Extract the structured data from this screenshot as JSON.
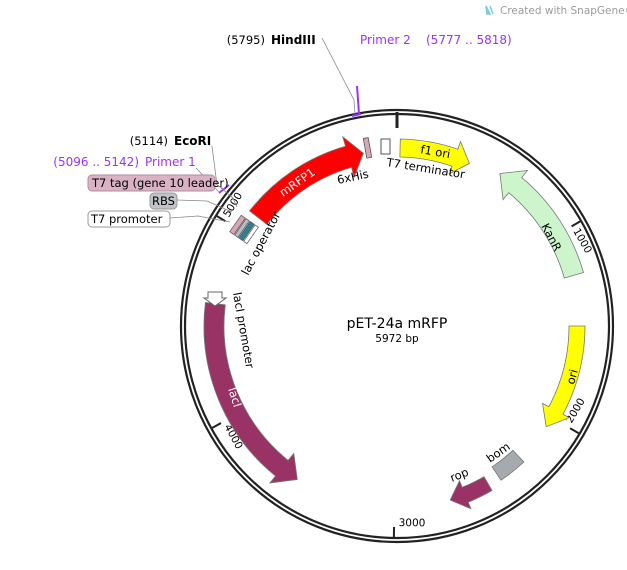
{
  "watermark": "Created with SnapGene®",
  "plasmid": {
    "name": "pET-24a mRFP",
    "length": "5972 bp"
  },
  "colors": {
    "mRFP1": "#ff0000",
    "f1_ori": "#ffff00",
    "KanR": "#ccf5cc",
    "ori": "#ffff00",
    "lacI": "#993366",
    "rop": "#993366",
    "bom": "#a6a9ad",
    "primer": "#9933ff",
    "t7tag": "#d9a6b8",
    "rbs": "#b8bcc0"
  },
  "sites": {
    "hindiii": {
      "pos": "(5795)",
      "name": "HindIII"
    },
    "ecori": {
      "pos": "(5114)",
      "name": "EcoRI"
    }
  },
  "primers": {
    "primer2": {
      "name": "Primer 2",
      "range": "(5777 .. 5818)"
    },
    "primer1": {
      "name": "Primer 1",
      "range": "(5096 .. 5142)"
    }
  },
  "boxed_labels": {
    "t7tag": "T7 tag (gene 10 leader)",
    "rbs": "RBS",
    "t7promoter": "T7 promoter"
  },
  "features": {
    "mRFP1": "mRFP1",
    "his": "6xHis",
    "t7term": "T7 terminator",
    "f1ori": "f1 ori",
    "kanr": "KanR",
    "ori": "ori",
    "bom": "bom",
    "rop": "rop",
    "laci": "lacI",
    "lacipromoter": "lacI promoter",
    "lacoperator": "lac operator"
  },
  "ticks": [
    "1000",
    "2000",
    "3000",
    "4000",
    "5000"
  ]
}
